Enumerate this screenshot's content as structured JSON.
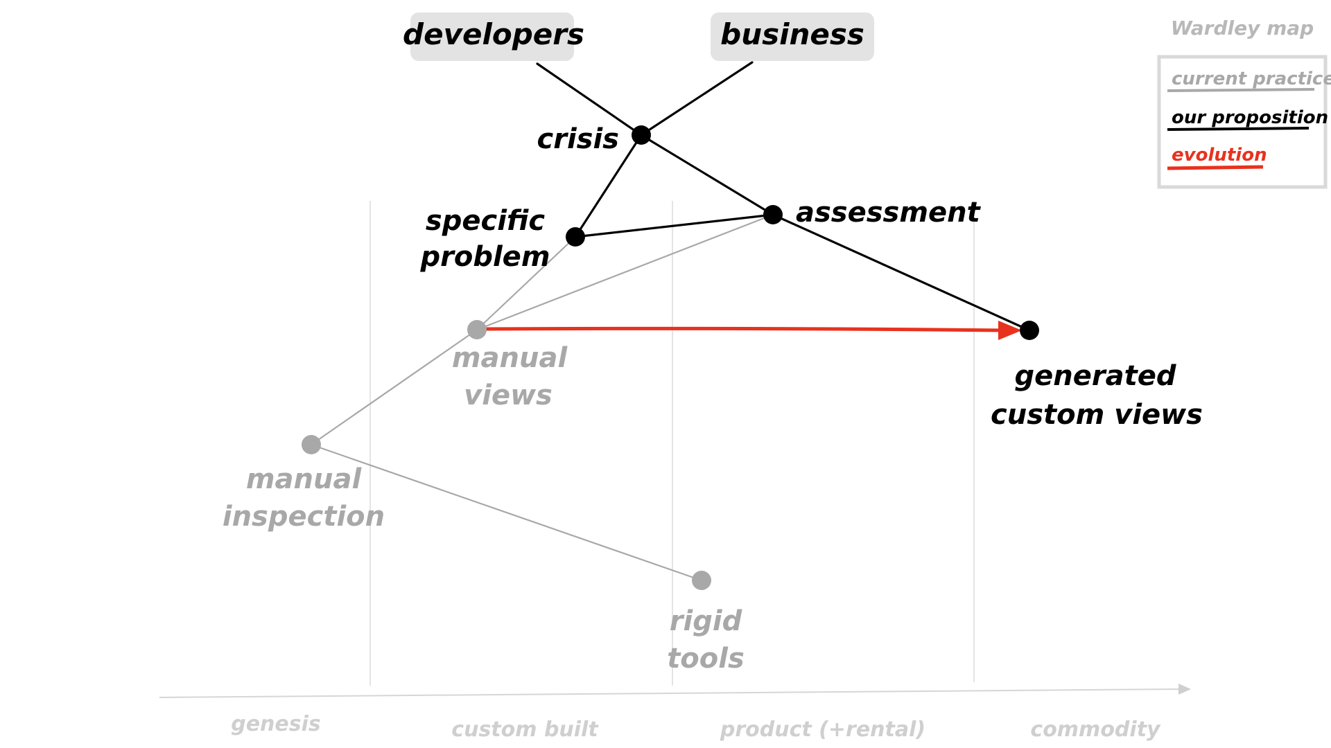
{
  "title": "Wardley map",
  "legend": [
    {
      "label": "current practice",
      "color": "#a8a8a8"
    },
    {
      "label": "our proposition",
      "color": "#000000"
    },
    {
      "label": "evolution",
      "color": "#e8321e"
    }
  ],
  "users": [
    {
      "id": "developers",
      "label": "developers"
    },
    {
      "id": "business",
      "label": "business"
    }
  ],
  "components": [
    {
      "id": "crisis",
      "label_lines": [
        "crisis"
      ],
      "style": "proposition"
    },
    {
      "id": "assessment",
      "label_lines": [
        "assessment"
      ],
      "style": "proposition"
    },
    {
      "id": "specific-problem",
      "label_lines": [
        "specific",
        "problem"
      ],
      "style": "proposition"
    },
    {
      "id": "generated-custom-views",
      "label_lines": [
        "generated",
        "custom views"
      ],
      "style": "proposition"
    },
    {
      "id": "manual-views",
      "label_lines": [
        "manual",
        "views"
      ],
      "style": "current"
    },
    {
      "id": "manual-inspection",
      "label_lines": [
        "manual",
        "inspection"
      ],
      "style": "current"
    },
    {
      "id": "rigid-tools",
      "label_lines": [
        "rigid",
        "tools"
      ],
      "style": "current"
    }
  ],
  "links": [
    {
      "from": "developers",
      "to": "crisis",
      "style": "proposition"
    },
    {
      "from": "business",
      "to": "crisis",
      "style": "proposition"
    },
    {
      "from": "crisis",
      "to": "specific-problem",
      "style": "proposition"
    },
    {
      "from": "crisis",
      "to": "assessment",
      "style": "proposition"
    },
    {
      "from": "specific-problem",
      "to": "assessment",
      "style": "proposition"
    },
    {
      "from": "assessment",
      "to": "generated-custom-views",
      "style": "proposition"
    },
    {
      "from": "specific-problem",
      "to": "manual-views",
      "style": "current"
    },
    {
      "from": "assessment",
      "to": "manual-views",
      "style": "current"
    },
    {
      "from": "manual-views",
      "to": "manual-inspection",
      "style": "current"
    },
    {
      "from": "manual-inspection",
      "to": "rigid-tools",
      "style": "current"
    }
  ],
  "evolution": [
    {
      "from": "manual-views",
      "to": "generated-custom-views"
    }
  ],
  "stages": [
    "genesis",
    "custom built",
    "product (+rental)",
    "commodity"
  ],
  "colors": {
    "proposition": "#000000",
    "current": "#a8a8a8",
    "evolution": "#e8321e",
    "stage_label": "#cfcfcf",
    "grid": "#dcdcdc",
    "user_box": "#e3e3e4"
  }
}
